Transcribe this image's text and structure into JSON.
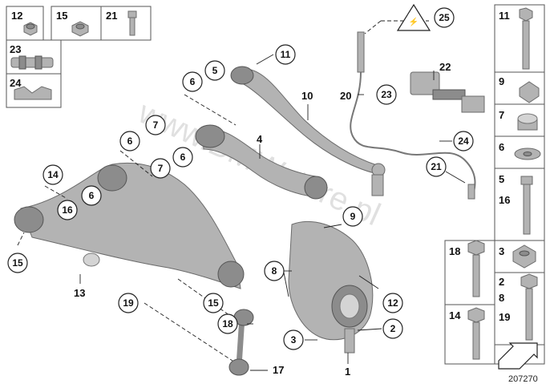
{
  "reference_number": "207270",
  "watermark": "www.BMWstore.pl",
  "panel_labels": {
    "p12": "12",
    "p15": "15",
    "p21": "21",
    "p23": "23",
    "p24": "24",
    "p11": "11",
    "p9": "9",
    "p7": "7",
    "p6": "6",
    "p5": "5",
    "p16": "16",
    "p18": "18",
    "p3": "3",
    "p2": "2",
    "p8": "8",
    "p19": "19",
    "p14": "14"
  },
  "callouts": {
    "c25": "25",
    "c22": "22",
    "c20": "20",
    "c23": "23",
    "c24": "24",
    "c21": "21",
    "c11": "11",
    "c10": "10",
    "c6a": "6",
    "c5a": "5",
    "c7a": "7",
    "c6b": "6",
    "c7b": "7",
    "c6c": "6",
    "c4": "4",
    "c14": "14",
    "c6d": "6",
    "c16": "16",
    "c9": "9",
    "c15a": "15",
    "c13": "13",
    "c8": "8",
    "c19": "19",
    "c15b": "15",
    "c12": "12",
    "c18": "18",
    "c3": "3",
    "c2": "2",
    "c1": "1",
    "c17": "17"
  },
  "colors": {
    "part": "#b3b3b3",
    "outline": "#6b6b6b",
    "text": "#111111"
  }
}
